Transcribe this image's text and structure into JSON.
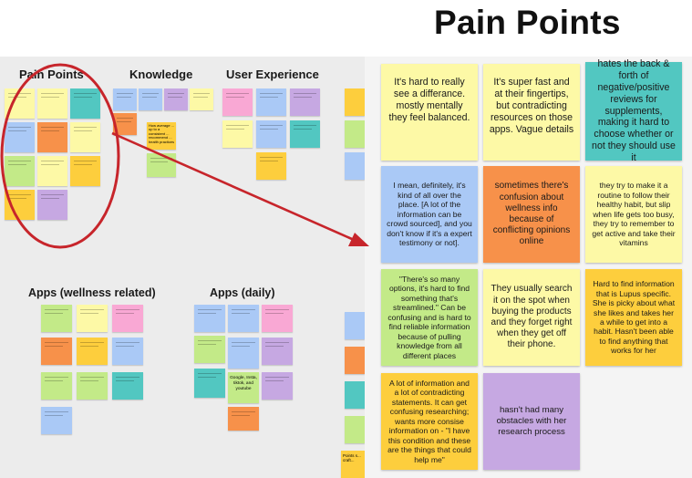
{
  "zoom_title": "Pain Points",
  "board": {
    "headers": {
      "pain_points": "Pain Points",
      "knowledge": "Knowledge",
      "user_experience": "User Experience",
      "apps_wellness": "Apps (wellness related)",
      "apps_daily": "Apps (daily)"
    },
    "fragments": {
      "knowledge_note": "How average ... up to a consistent ... recommend ... health practices",
      "daily_note": "Google, Insta, tiktok, and youtube",
      "right_edge_note": "Points s... craft..."
    }
  },
  "notes": [
    {
      "text": "It's hard to really see a differance. mostly mentally they feel balanced.",
      "color": "#fdf9a6"
    },
    {
      "text": "It's super fast and at their fingertips, but contradicting resources on those apps. Vague details",
      "color": "#fdf9a6"
    },
    {
      "text": "hates the back & forth of negative/positive reviews for supplements, making it hard to choose whether or not they should use it",
      "color": "#52c7c1"
    },
    {
      "text": "I mean, definitely, it's kind of all over the place. [A lot of the information can be crowd sourced], and you don't know if it's a expert testimony or not].",
      "color": "#aac9f6"
    },
    {
      "text": "sometimes there's confusion about wellness info because of conflicting opinions online",
      "color": "#f7914a"
    },
    {
      "text": "they try to make it a routine to follow their healthy habit, but slip when life gets too busy, they try to remember to get active and take their vitamins",
      "color": "#fdf9a6"
    },
    {
      "text": "\"There's so many options, it's hard to find something that's streamlined.\" Can be confusing and is hard to find reliable information because of pulling knowledge from all different places",
      "color": "#c3ea88"
    },
    {
      "text": "They usually search it on the spot when buying the products and they forget right when they get off their phone.",
      "color": "#fdf9a6"
    },
    {
      "text": "Hard to find information that is Lupus specific. She is picky about what she likes and takes her a while to get into a habit. Hasn't been able to find anything that works for her",
      "color": "#fdce3d"
    },
    {
      "text": "A lot of information and a lot of contradicting statements. It can get confusing researching; wants more consise information on - \"I have this condition and these are the things that could help me\"",
      "color": "#fdce3d"
    },
    {
      "text": "hasn't had many obstacles with her research process",
      "color": "#c6a8e2"
    }
  ],
  "colors": {
    "circle": "#c7252b",
    "arrow": "#c7252b"
  }
}
